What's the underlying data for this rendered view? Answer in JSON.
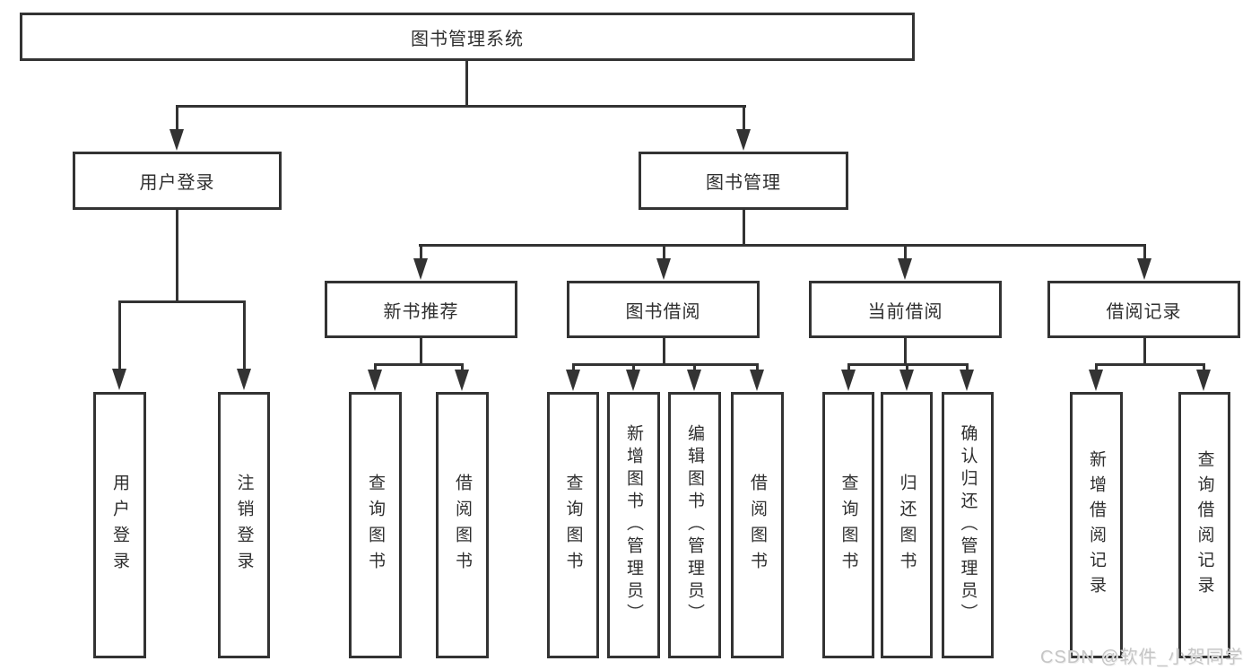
{
  "diagram": {
    "root": {
      "label": "图书管理系统"
    },
    "level2": [
      {
        "label": "用户登录"
      },
      {
        "label": "图书管理"
      }
    ],
    "level3": [
      {
        "label": "新书推荐"
      },
      {
        "label": "图书借阅"
      },
      {
        "label": "当前借阅"
      },
      {
        "label": "借阅记录"
      }
    ],
    "leaves": {
      "user_login": [
        "用户登录",
        "注销登录"
      ],
      "new_book": [
        "查询图书",
        "借阅图书"
      ],
      "book_borrow": [
        "查询图书",
        "新增图书（管理员）",
        "编辑图书（管理员）",
        "借阅图书"
      ],
      "current_borrow": [
        "查询图书",
        "归还图书",
        "确认归还（管理员）"
      ],
      "borrow_record": [
        "新增借阅记录",
        "查询借阅记录"
      ]
    }
  },
  "watermark": "CSDN @软件_小贺同学",
  "colors": {
    "line": "#333333",
    "text": "#2f2f2f",
    "watermark": "#c6c6c6",
    "background": "#ffffff"
  }
}
